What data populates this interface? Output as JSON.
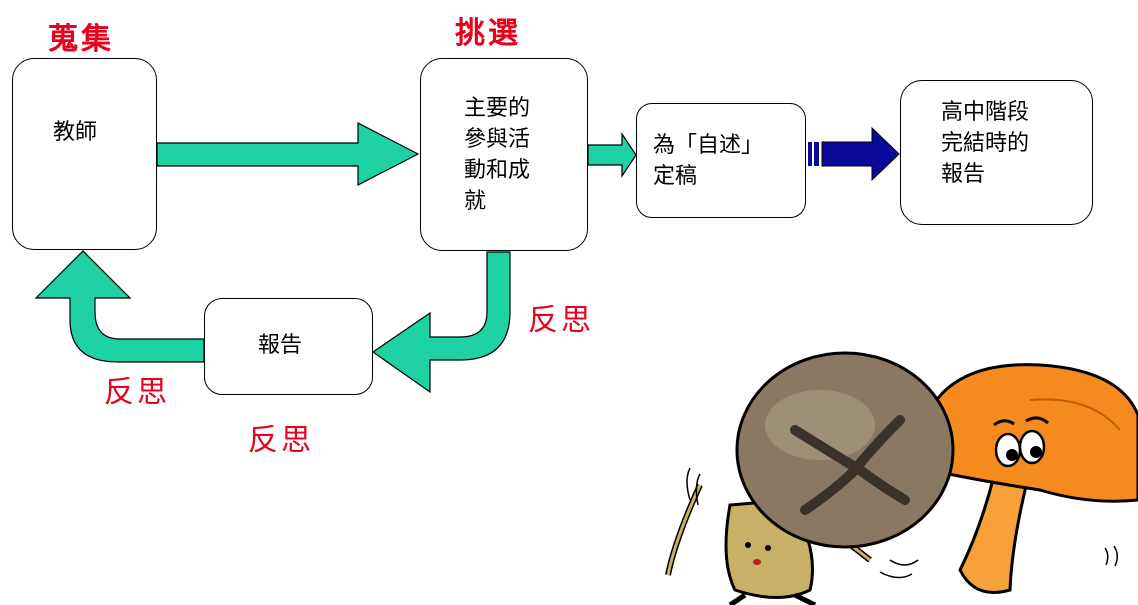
{
  "colors": {
    "teal": "#1fd2a4",
    "navy": "#0a0a9a",
    "label_red": "#e8001c"
  },
  "stages": {
    "collect": "蒐集",
    "select": "挑選"
  },
  "reflect_labels": [
    "反思",
    "反思",
    "反思"
  ],
  "boxes": {
    "teacher": "教師",
    "activities": "主要的\n參與活\n動和成\n就",
    "statement": "為「自述」\n定稿",
    "final_report": "高中階段\n完結時的\n報告",
    "report": "報告"
  },
  "illustration": "mushroom-characters"
}
